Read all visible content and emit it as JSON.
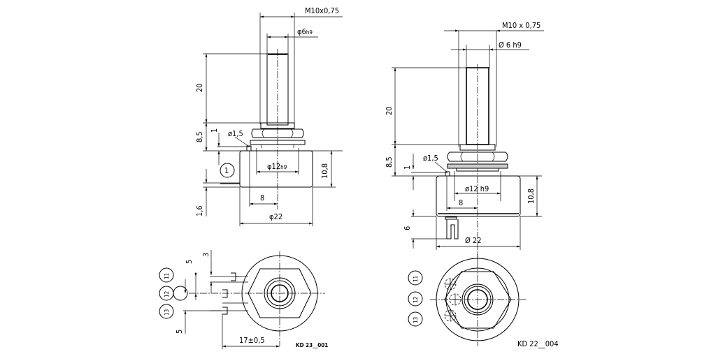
{
  "drawing_left": {
    "thread_label": "M10x0,75",
    "shaft_dia_label": "φ6",
    "shaft_dia_tol": "h9",
    "shaft_length": "20",
    "bushing_height": "8,5",
    "pin_height": "1",
    "pin_dia": "ø1,5",
    "callout": "1",
    "body_height": "10,8",
    "terminal_thickness": "1,6",
    "bushing_dia_label": "φ12",
    "bushing_dia_tol": "h9",
    "pin_offset": "8",
    "body_dia": "φ22",
    "drawing_id": "KD 23__001",
    "bottom_view": {
      "pitch_top": "5",
      "lug_width": "3",
      "pitch_bottom": "5",
      "lug_extent": "17±0,5",
      "terminals": [
        "11",
        "12",
        "13"
      ]
    }
  },
  "drawing_right": {
    "thread_label": "M10 x 0,75",
    "shaft_dia_label": "Ø 6 h9",
    "shaft_length": "20",
    "bushing_height": "8,5",
    "pin_height": "1",
    "pin_dia": "ø1,5",
    "bushing_dia_label": "ø12 h9",
    "pin_offset": "8",
    "body_height": "10,8",
    "terminal_length": "6",
    "body_dia": "Ø 22",
    "drawing_id": "KD 22__004",
    "bottom_view": {
      "terminals": [
        "11",
        "12",
        "13"
      ]
    }
  }
}
